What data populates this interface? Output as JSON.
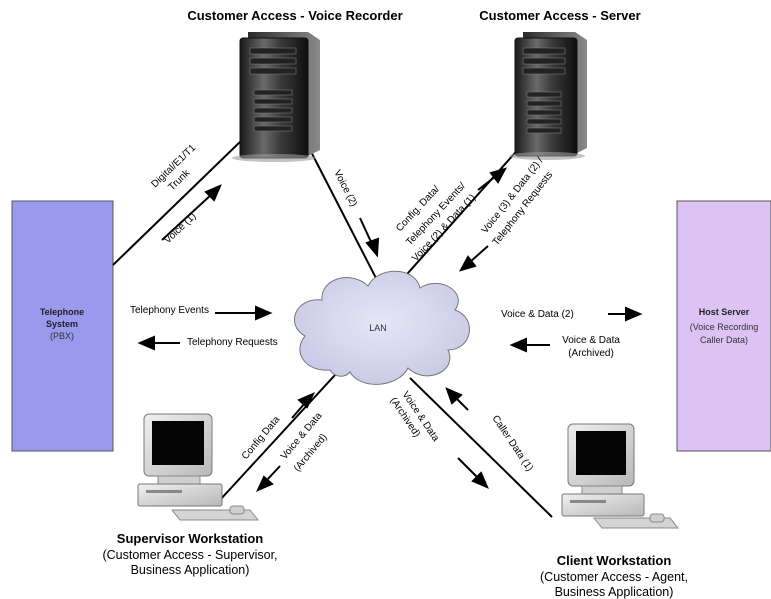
{
  "colors": {
    "telephone_box": "#9999ee",
    "host_box": "#ddc3f3",
    "cloud_fill": "#d8d8ee",
    "line": "#000000"
  },
  "voice_recorder": {
    "title": "Customer Access - Voice Recorder",
    "icon": "server-tower-icon"
  },
  "server": {
    "title": "Customer Access - Server",
    "icon": "server-tower-icon"
  },
  "telephone_system": {
    "line1": "Telephone",
    "line2": "System",
    "line3": "(PBX)"
  },
  "host_server": {
    "line1": "Host Server",
    "line2": "(Voice Recording",
    "line3": "Caller Data)"
  },
  "lan": {
    "label": "LAN"
  },
  "supervisor": {
    "title": "Supervisor Workstation",
    "line2": "(Customer Access - Supervisor,",
    "line3": "Business Application)",
    "icon": "desktop-computer-icon"
  },
  "client": {
    "title": "Client Workstation",
    "line2": "(Customer Access - Agent,",
    "line3": "Business Application)",
    "icon": "desktop-computer-icon"
  },
  "links": {
    "trunk_1": "Digital/E1/T1",
    "trunk_2": "Trunk",
    "voice_1": "Voice (1)",
    "voice_2": "Voice (2)",
    "config_1": "Config. Data/",
    "config_2": "Telephony Events/",
    "config_3": "Voice (2) & Data (1)",
    "vd_1": "Voice (3) & Data (2) /",
    "vd_2": "Telephony Requests",
    "tel_events": "Telephony Events",
    "tel_requests": "Telephony Requests",
    "voice_data_2": "Voice & Data (2)",
    "archived_1": "Voice & Data",
    "archived_2": "(Archived)",
    "sup_config": "Config Data",
    "sup_vd_1": "Voice & Data",
    "sup_vd_2": "(Archived)",
    "cli_vd_1": "Voice & Data",
    "cli_vd_2": "(Archived)",
    "caller_data": "Caller Data (1)"
  }
}
